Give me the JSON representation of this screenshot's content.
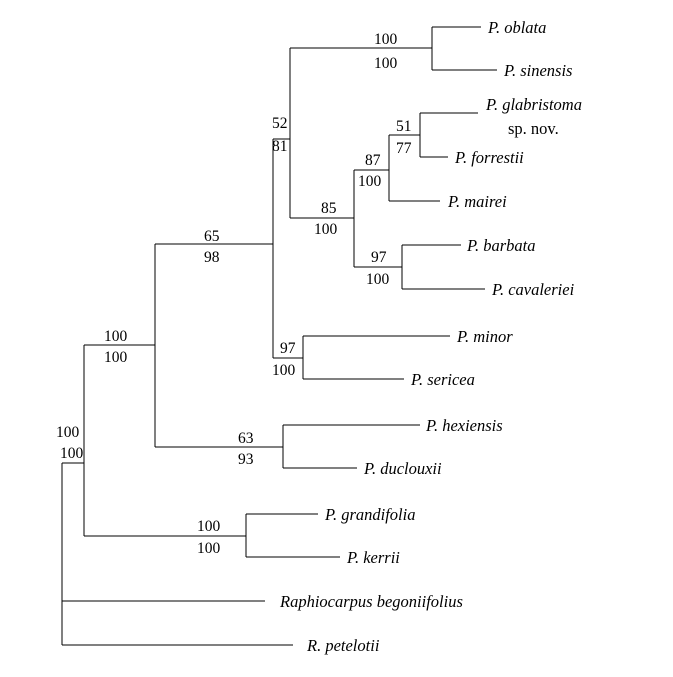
{
  "figure": {
    "type": "phylogenetic-tree",
    "line_color": "#000000",
    "background": "#ffffff"
  },
  "taxa": {
    "oblata": "P. oblata",
    "sinensis": "P. sinensis",
    "glabristoma": "P. glabristoma",
    "glabristoma_note": "sp. nov.",
    "forrestii": "P. forrestii",
    "mairei": "P. mairei",
    "barbata": "P. barbata",
    "cavaleriei": "P. cavaleriei",
    "minor": "P. minor",
    "sericea": "P. sericea",
    "hexiensis": "P. hexiensis",
    "duclouxii": "P. duclouxii",
    "grandifolia": "P. grandifolia",
    "kerrii": "P. kerrii",
    "begoniifolius": "Raphiocarpus begoniifolius",
    "petelotii": "R. petelotii"
  },
  "support": {
    "oblata_sinensis": {
      "upper": "100",
      "lower": "100"
    },
    "glabristoma_forrestii": {
      "upper": "51",
      "lower": "77"
    },
    "forrestii_mairei": {
      "upper": "87",
      "lower": "100"
    },
    "barbata_cavaleriei": {
      "upper": "97",
      "lower": "100"
    },
    "core_group": {
      "upper": "85",
      "lower": "100"
    },
    "upper_clade": {
      "upper": "52",
      "lower": "81"
    },
    "minor_sericea": {
      "upper": "97",
      "lower": "100"
    },
    "main_clade": {
      "upper": "65",
      "lower": "98"
    },
    "hexiensis_duclouxii": {
      "upper": "63",
      "lower": "93"
    },
    "ingroup": {
      "upper": "100",
      "lower": "100"
    },
    "grandifolia_kerrii": {
      "upper": "100",
      "lower": "100"
    },
    "root": {
      "upper": "100",
      "lower": "100"
    }
  }
}
